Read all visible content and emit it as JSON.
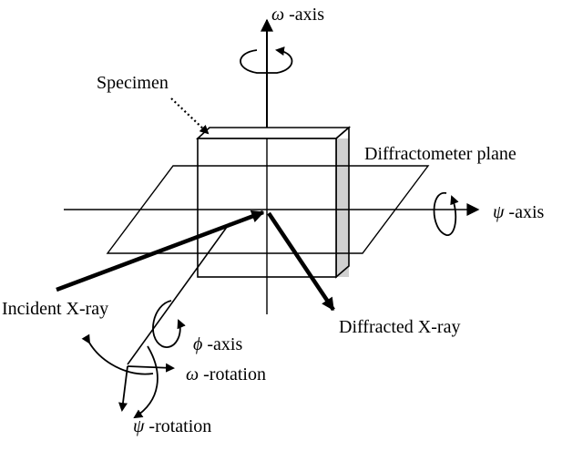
{
  "labels": {
    "omega_axis": {
      "symbol": "ω",
      "text": " -axis"
    },
    "specimen": "Specimen",
    "diffractometer_plane": "Diffractometer plane",
    "psi_axis": {
      "symbol": "ψ",
      "text": " -axis"
    },
    "incident_xray": "Incident X-ray",
    "diffracted_xray": "Diffracted X-ray",
    "phi_axis": {
      "symbol": "ϕ",
      "text": " -axis"
    },
    "omega_rotation": {
      "symbol": "ω",
      "text": " -rotation"
    },
    "psi_rotation": {
      "symbol": "ψ",
      "text": " -rotation"
    }
  },
  "colors": {
    "stroke": "#000000",
    "specimen_side": "#d0d0d0",
    "background": "#ffffff"
  }
}
